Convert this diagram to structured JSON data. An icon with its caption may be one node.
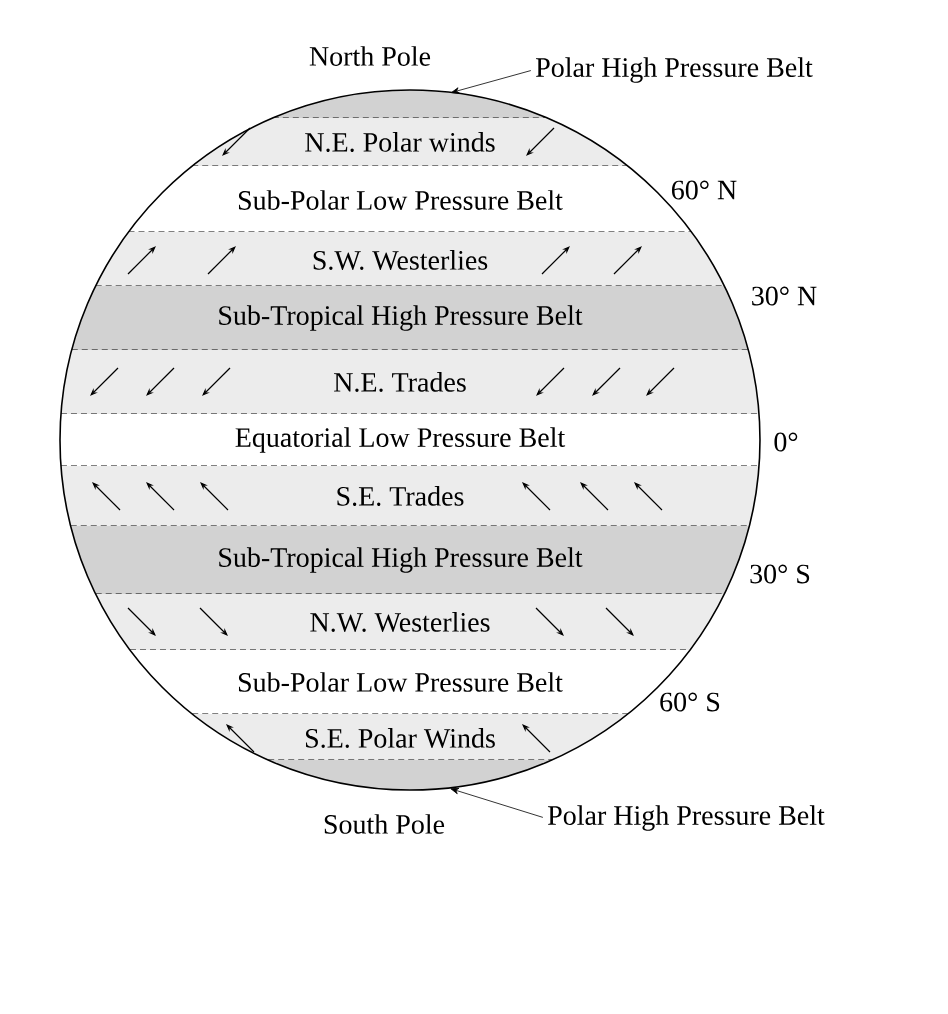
{
  "diagram": {
    "nodes": [
      {
        "text": [],
        "shape": "band"
      },
      {
        "text": [
          "N.E. Polar winds"
        ]
      },
      {
        "text": [
          "Sub-Polar Low Pressure Belt"
        ]
      },
      {
        "text": [
          "S.W. Westerlies"
        ]
      },
      {
        "text": [
          "Sub-Tropical High Pressure Belt"
        ]
      },
      {
        "text": [
          "N.E. Trades"
        ]
      },
      {
        "text": [
          "Equatorial Low Pressure Belt"
        ]
      },
      {
        "text": [
          "S.E. Trades"
        ]
      },
      {
        "text": [
          "Sub-Tropical High Pressure Belt"
        ]
      },
      {
        "text": [
          "N.W. Westerlies"
        ]
      },
      {
        "text": [
          "Sub-Polar Low Pressure Belt"
        ]
      },
      {
        "text": [
          "S.E. Polar Winds"
        ]
      },
      {
        "text": [],
        "shape": "band"
      },
      {
        "text": [
          "Polar High Pressure Belt"
        ]
      },
      {
        "text": [
          "Polar High Pressure Belt"
        ]
      }
    ],
    "edges": [
      {
        "from": 13,
        "to": 0,
        "arrow": "to"
      },
      {
        "from": 14,
        "to": 12,
        "arrow": "to"
      }
    ],
    "labels": [
      "North Pole",
      "60° N",
      "30° N",
      "0°",
      "30° S",
      "60° S",
      "South Pole"
    ]
  }
}
